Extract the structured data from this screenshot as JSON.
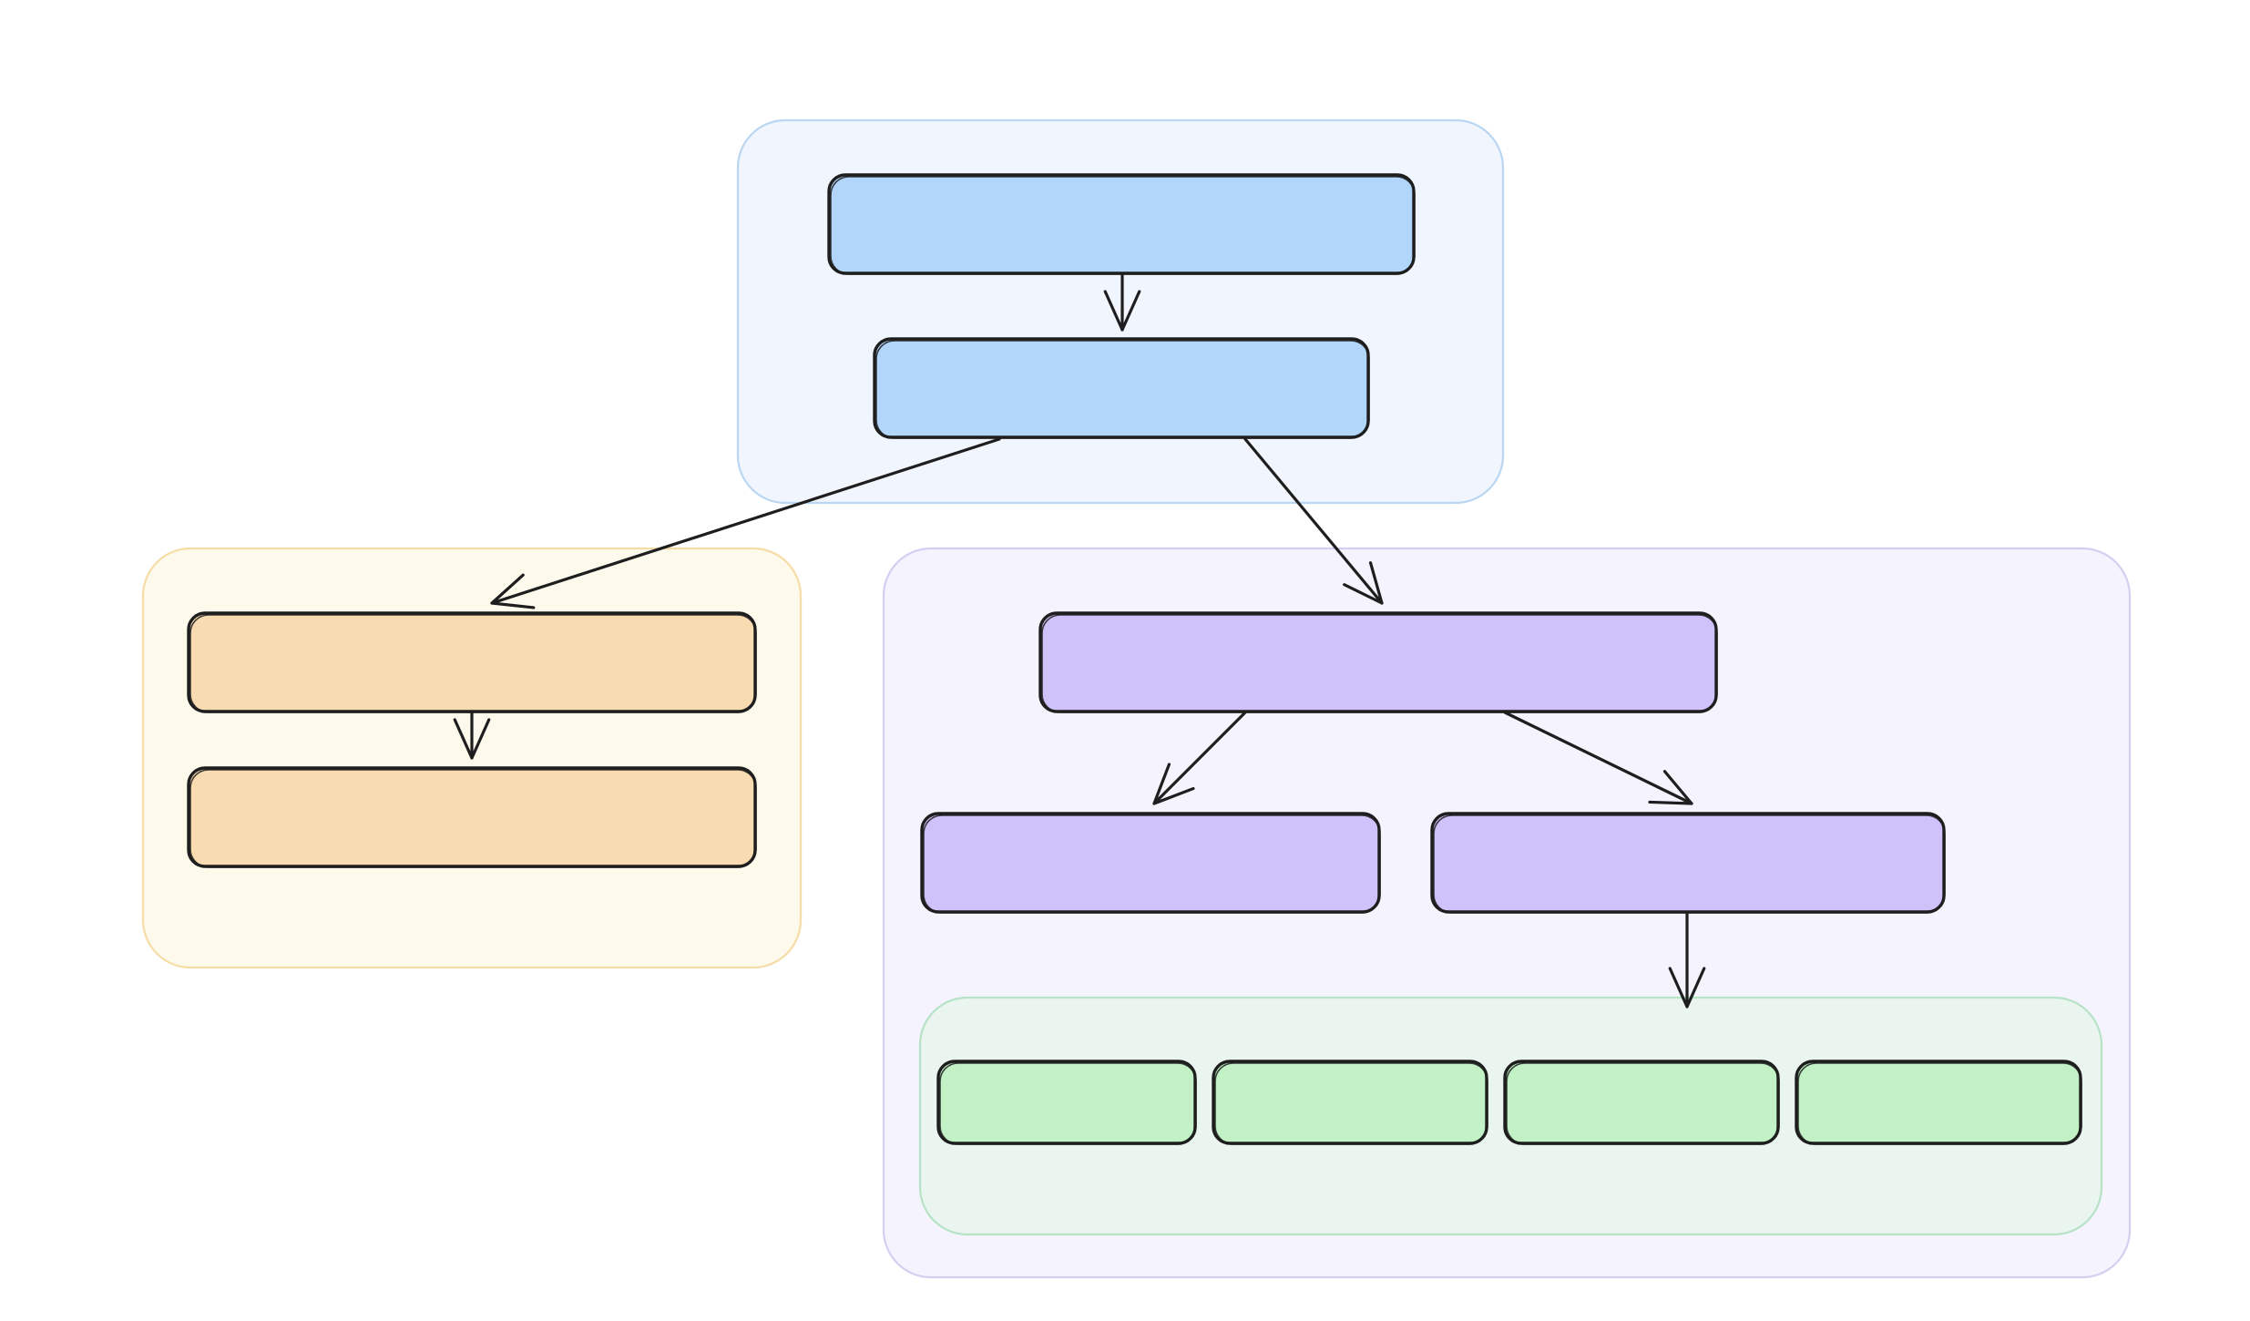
{
  "colors": {
    "ink": "#1e1e1e",
    "blue_group_fill": "#f1f5fe",
    "blue_group_stroke": "#b9d6f2",
    "blue_node_fill": "#b1d6fa",
    "orange_group_fill": "#fdf9eb",
    "orange_group_stroke": "#f6dca6",
    "orange_node_fill": "#f8dbb0",
    "purple_group_fill": "#f5f3fd",
    "purple_group_stroke": "#d6cdf0",
    "purple_node_fill": "#cfc1f9",
    "green_group_fill": "#ebf5ef",
    "green_group_stroke": "#b6e2c6",
    "green_node_fill": "#c1f1c5"
  },
  "groups": [
    {
      "id": "group-blue",
      "color": "blue"
    },
    {
      "id": "group-orange",
      "color": "orange"
    },
    {
      "id": "group-purple",
      "color": "purple"
    },
    {
      "id": "group-green",
      "color": "green"
    }
  ],
  "nodes": [
    {
      "id": "blue-node-1",
      "group": "group-blue",
      "label": ""
    },
    {
      "id": "blue-node-2",
      "group": "group-blue",
      "label": ""
    },
    {
      "id": "orange-node-1",
      "group": "group-orange",
      "label": ""
    },
    {
      "id": "orange-node-2",
      "group": "group-orange",
      "label": ""
    },
    {
      "id": "purple-node-1",
      "group": "group-purple",
      "label": ""
    },
    {
      "id": "purple-node-2",
      "group": "group-purple",
      "label": ""
    },
    {
      "id": "purple-node-3",
      "group": "group-purple",
      "label": ""
    },
    {
      "id": "green-node-1",
      "group": "group-green",
      "label": ""
    },
    {
      "id": "green-node-2",
      "group": "group-green",
      "label": ""
    },
    {
      "id": "green-node-3",
      "group": "group-green",
      "label": ""
    },
    {
      "id": "green-node-4",
      "group": "group-green",
      "label": ""
    }
  ],
  "edges": [
    {
      "from": "blue-node-1",
      "to": "blue-node-2"
    },
    {
      "from": "blue-node-2",
      "to": "orange-node-1"
    },
    {
      "from": "blue-node-2",
      "to": "purple-node-1"
    },
    {
      "from": "orange-node-1",
      "to": "orange-node-2"
    },
    {
      "from": "purple-node-1",
      "to": "purple-node-2"
    },
    {
      "from": "purple-node-1",
      "to": "purple-node-3"
    },
    {
      "from": "purple-node-3",
      "to": "group-green"
    }
  ]
}
